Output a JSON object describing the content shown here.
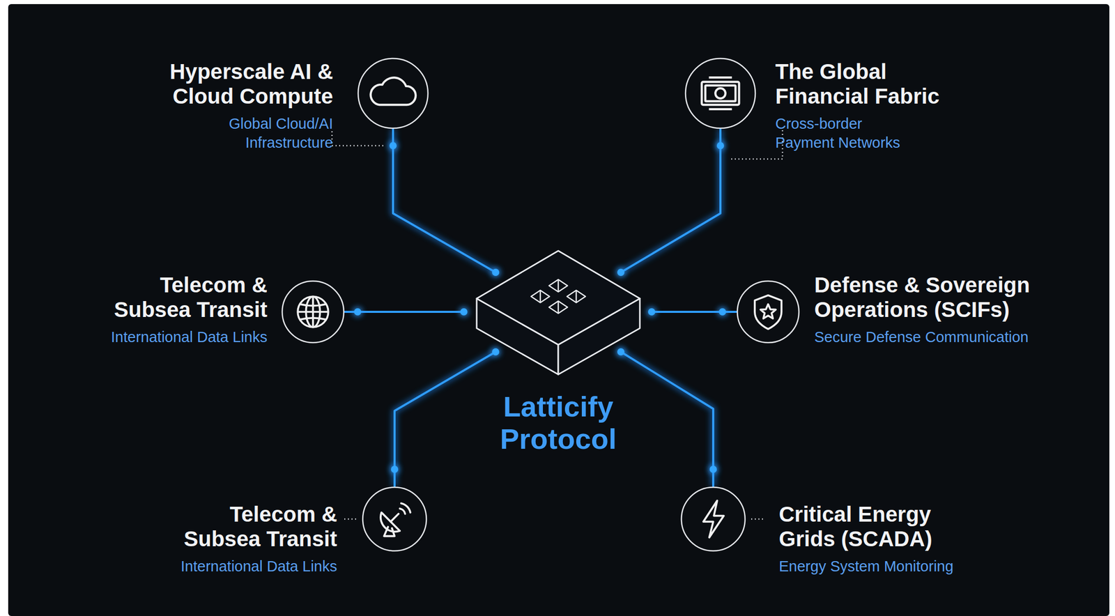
{
  "diagram": {
    "nodes": [
      {
        "text": [
          "Hyperscale AI & Cloud Compute",
          "Global Cloud/AI Infrastructure"
        ]
      },
      {
        "text": [
          "The Global Financial Fabric",
          "Cross-border Payment Networks"
        ]
      },
      {
        "text": [
          "Telecom & Subsea Transit",
          "International Data Links"
        ]
      },
      {
        "text": [
          "Latticify Protocol"
        ]
      },
      {
        "text": [
          "Defense & Sovereign Operations (SCIFs)",
          "Secure Defense Communication"
        ]
      },
      {
        "text": [
          "Telecom & Subsea Transit",
          "International Data Links"
        ]
      },
      {
        "text": [
          "Critical Energy Grids (SCADA)",
          "Energy System Monitoring"
        ]
      }
    ],
    "edges": [
      {
        "from": 3,
        "to": 0,
        "arrow": "none"
      },
      {
        "from": 3,
        "to": 1,
        "arrow": "none"
      },
      {
        "from": 3,
        "to": 2,
        "arrow": "none"
      },
      {
        "from": 3,
        "to": 4,
        "arrow": "none"
      },
      {
        "from": 3,
        "to": 5,
        "arrow": "none"
      },
      {
        "from": 3,
        "to": 6,
        "arrow": "none"
      }
    ]
  }
}
